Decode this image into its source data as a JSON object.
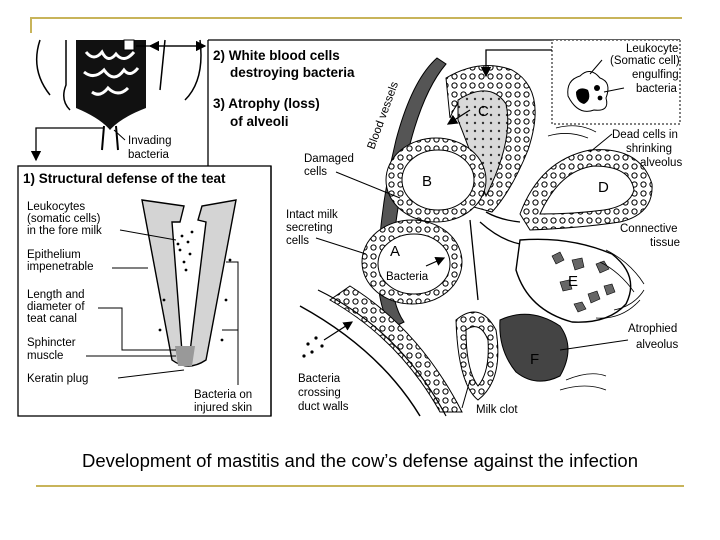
{
  "caption": "Development of mastitis and the cow’s defense against the infection",
  "labels": {
    "invading": [
      "Invading",
      "bacteria"
    ],
    "white_cells": [
      "2) White blood cells",
      "destroying bacteria"
    ],
    "atrophy": [
      "3) Atrophy (loss)",
      "of alveoli"
    ],
    "blood_vessels": "Blood vessels",
    "leukocyte": [
      "Leukocyte",
      "(Somatic cell)",
      "engulfing",
      "bacteria"
    ],
    "dead_cells": [
      "Dead cells in",
      "shrinking",
      "alveolus"
    ],
    "connective": [
      "Connective",
      "tissue"
    ],
    "atrophied": [
      "Atrophied",
      "alveolus"
    ],
    "damaged": [
      "Damaged",
      "cells"
    ],
    "intact": [
      "Intact milk",
      "secreting",
      "cells"
    ],
    "bacteria_inner": "Bacteria",
    "crossing": [
      "Bacteria",
      "crossing",
      "duct walls"
    ],
    "milk_clot": "Milk clot",
    "structural": "1) Structural defense of the teat",
    "leukocytes_fore": [
      "Leukocytes",
      "(somatic cells)",
      "in the fore milk"
    ],
    "epithelium": [
      "Epithelium",
      "impenetrable"
    ],
    "length": [
      "Length and",
      "diameter of",
      "teat canal"
    ],
    "sphincter": [
      "Sphincter",
      "muscle"
    ],
    "keratin": "Keratin plug",
    "injured": [
      "Bacteria on",
      "injured skin"
    ],
    "letters": [
      "A",
      "B",
      "C",
      "D",
      "E",
      "F"
    ]
  }
}
